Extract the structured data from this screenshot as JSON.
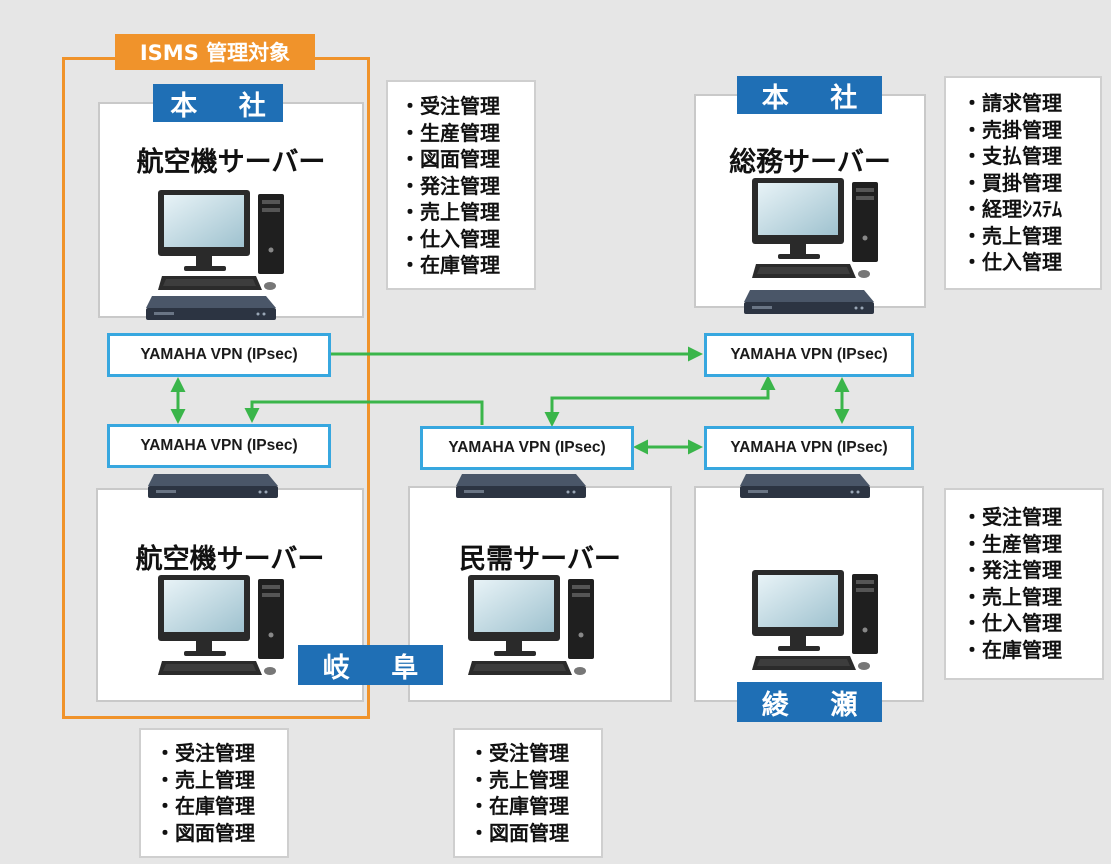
{
  "isms": {
    "label": "ISMS 管理対象",
    "color": "#f0932b"
  },
  "locations": {
    "hq_left": "本 社",
    "hq_right": "本 社",
    "gifu": "岐 阜",
    "ayase": "綾 瀬"
  },
  "servers": {
    "aircraft_hq": "航空機サーバー",
    "general_affairs": "総務サーバー",
    "aircraft_gifu": "航空機サーバー",
    "civil": "民需サーバー"
  },
  "vpn_label": "YAMAHA VPN (IPsec)",
  "lists": {
    "hq_aircraft": [
      "受注管理",
      "生産管理",
      "図面管理",
      "発注管理",
      "売上管理",
      "仕入管理",
      "在庫管理"
    ],
    "hq_general": [
      "請求管理",
      "売掛管理",
      "支払管理",
      "買掛管理",
      "経理ｼｽﾃﾑ",
      "売上管理",
      "仕入管理"
    ],
    "ayase": [
      "受注管理",
      "生産管理",
      "発注管理",
      "売上管理",
      "仕入管理",
      "在庫管理"
    ],
    "gifu_aircraft": [
      "受注管理",
      "売上管理",
      "在庫管理",
      "図面管理"
    ],
    "civil": [
      "受注管理",
      "売上管理",
      "在庫管理",
      "図面管理"
    ]
  },
  "colors": {
    "badge": "#1f6fb5",
    "vpn_border": "#37a7df",
    "link": "#3ab54a"
  },
  "icons": {
    "pc": "desktop-pc-icon",
    "router": "vpn-router-icon"
  }
}
